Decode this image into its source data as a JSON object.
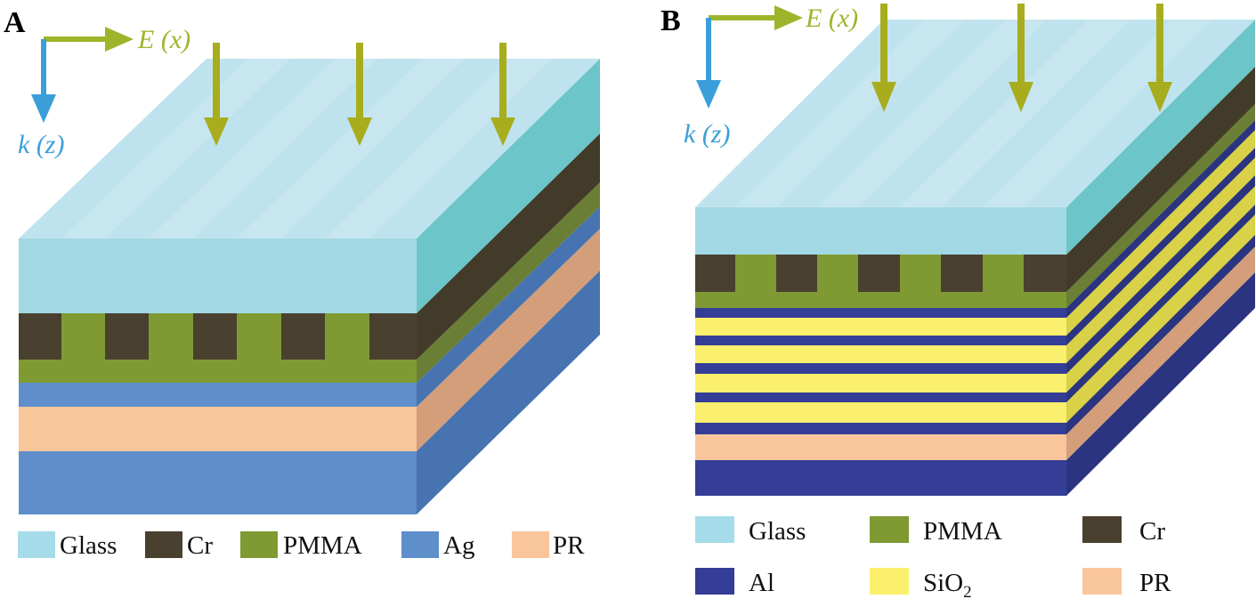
{
  "panel_a": {
    "label": "A",
    "axes": {
      "e_label": "E (x)",
      "k_label": "k (z)"
    },
    "legend": [
      {
        "name": "Glass",
        "color": "#a6dcea"
      },
      {
        "name": "Cr",
        "color": "#4a4030"
      },
      {
        "name": "PMMA",
        "color": "#7f9a33"
      },
      {
        "name": "Ag",
        "color": "#5e8fcb"
      },
      {
        "name": "PR",
        "color": "#f9c69c"
      }
    ]
  },
  "panel_b": {
    "label": "B",
    "axes": {
      "e_label": "E (x)",
      "k_label": "k (z)"
    },
    "legend": [
      {
        "name": "Glass",
        "color": "#a6dcea"
      },
      {
        "name": "PMMA",
        "color": "#7f9a33"
      },
      {
        "name": "Cr",
        "color": "#4a4030"
      },
      {
        "name": "Al",
        "color": "#343e96"
      },
      {
        "name": "SiO",
        "sub": "2",
        "color": "#fbef6e"
      },
      {
        "name": "PR",
        "color": "#f9c69c"
      }
    ]
  },
  "colors": {
    "e_arrow": "#9db52a",
    "k_arrow": "#3a9fd8",
    "incident_arrow": "#a8ad1e"
  }
}
